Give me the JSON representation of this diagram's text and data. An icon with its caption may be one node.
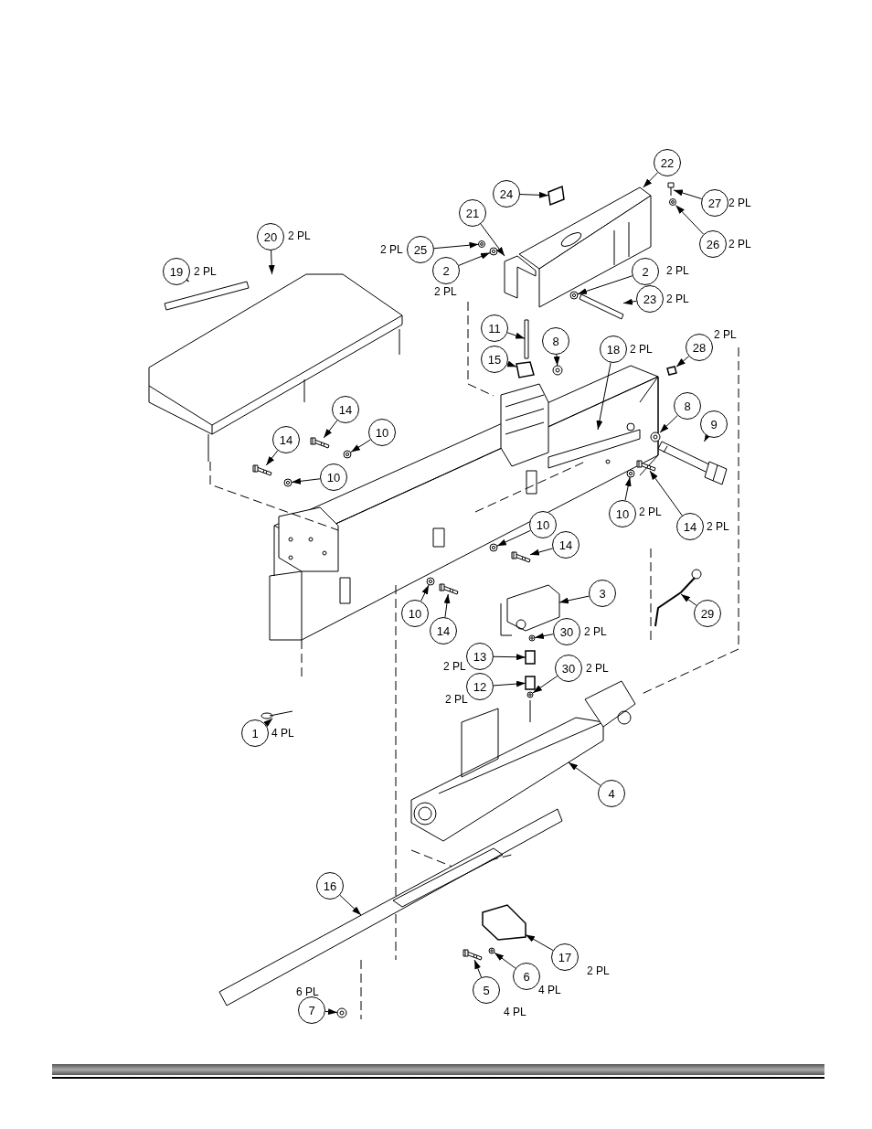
{
  "diagram": {
    "nodes": [
      {
        "text": [
          "22"
        ]
      },
      {
        "text": [
          "24"
        ]
      },
      {
        "text": [
          "27"
        ],
        "beside": [
          "2 PL"
        ]
      },
      {
        "text": [
          "21"
        ]
      },
      {
        "text": [
          "25"
        ],
        "beside": [
          "2 PL"
        ]
      },
      {
        "text": [
          "26"
        ],
        "beside": [
          "2 PL"
        ]
      },
      {
        "text": [
          "2"
        ],
        "beside": [
          "2 PL"
        ]
      },
      {
        "text": [
          "2"
        ],
        "beside": [
          "2 PL"
        ]
      },
      {
        "text": [
          "20"
        ],
        "beside": [
          "2 PL"
        ]
      },
      {
        "text": [
          "23"
        ],
        "beside": [
          "2 PL"
        ]
      },
      {
        "text": [
          "19"
        ],
        "beside": [
          "2 PL"
        ]
      },
      {
        "text": [
          "11"
        ]
      },
      {
        "text": [
          "8"
        ]
      },
      {
        "text": [
          "15"
        ]
      },
      {
        "text": [
          "18"
        ],
        "beside": [
          "2 PL"
        ]
      },
      {
        "text": [
          "28"
        ],
        "beside": [
          "2 PL"
        ]
      },
      {
        "text": [
          "14"
        ]
      },
      {
        "text": [
          "10"
        ]
      },
      {
        "text": [
          "14"
        ]
      },
      {
        "text": [
          "8"
        ]
      },
      {
        "text": [
          "9"
        ]
      },
      {
        "text": [
          "10"
        ]
      },
      {
        "text": [
          "10"
        ]
      },
      {
        "text": [
          "14"
        ]
      },
      {
        "text": [
          "10"
        ],
        "beside": [
          "2 PL"
        ]
      },
      {
        "text": [
          "14"
        ],
        "beside": [
          "2 PL"
        ]
      },
      {
        "text": [
          "10"
        ]
      },
      {
        "text": [
          "14"
        ]
      },
      {
        "text": [
          "3"
        ]
      },
      {
        "text": [
          "29"
        ]
      },
      {
        "text": [
          "30"
        ],
        "beside": [
          "2 PL"
        ]
      },
      {
        "text": [
          "13"
        ],
        "beside": [
          "2 PL"
        ]
      },
      {
        "text": [
          "30"
        ],
        "beside": [
          "2 PL"
        ]
      },
      {
        "text": [
          "12"
        ],
        "beside": [
          "2 PL"
        ]
      },
      {
        "text": [
          "1"
        ],
        "beside": [
          "4 PL"
        ]
      },
      {
        "text": [
          "4"
        ]
      },
      {
        "text": [
          "16"
        ]
      },
      {
        "text": [
          "17"
        ],
        "beside": [
          "2 PL"
        ]
      },
      {
        "text": [
          "5"
        ],
        "beside": [
          "4 PL"
        ]
      },
      {
        "text": [
          "6"
        ],
        "beside": [
          "4 PL"
        ]
      },
      {
        "text": [
          "7"
        ],
        "beside": [
          "6 PL"
        ]
      },
      {
        "text": [],
        "shape": "picture"
      },
      {
        "text": [],
        "shape": "box"
      },
      {
        "text": [],
        "shape": "picture"
      },
      {
        "text": [],
        "shape": "picture"
      },
      {
        "text": [],
        "shape": "circle"
      },
      {
        "text": [],
        "shape": "circle"
      },
      {
        "text": [],
        "shape": "circle"
      },
      {
        "text": [],
        "shape": "circle"
      },
      {
        "text": [],
        "shape": "picture"
      },
      {
        "text": [],
        "shape": "bar"
      },
      {
        "text": [],
        "shape": "bar"
      },
      {
        "text": [],
        "shape": "bar"
      },
      {
        "text": [],
        "shape": "circle"
      },
      {
        "text": [],
        "shape": "box"
      },
      {
        "text": [],
        "shape": "bar"
      },
      {
        "text": [],
        "shape": "box"
      },
      {
        "text": [],
        "shape": "picture"
      },
      {
        "text": [],
        "shape": "circle"
      },
      {
        "text": [],
        "shape": "picture"
      },
      {
        "text": [],
        "shape": "circle"
      },
      {
        "text": [],
        "shape": "picture"
      },
      {
        "text": [],
        "shape": "circle"
      },
      {
        "text": [],
        "shape": "circle"
      },
      {
        "text": [],
        "shape": "picture"
      },
      {
        "text": [],
        "shape": "circle"
      },
      {
        "text": [],
        "shape": "picture"
      },
      {
        "text": [],
        "shape": "circle"
      },
      {
        "text": [],
        "shape": "picture"
      },
      {
        "text": [],
        "shape": "picture"
      },
      {
        "text": [],
        "shape": "picture"
      },
      {
        "text": [],
        "shape": "circle"
      },
      {
        "text": [],
        "shape": "box"
      },
      {
        "text": [],
        "shape": "circle"
      },
      {
        "text": [],
        "shape": "box"
      },
      {
        "text": [],
        "shape": "picture"
      },
      {
        "text": [],
        "shape": "picture"
      },
      {
        "text": [],
        "shape": "picture"
      },
      {
        "text": [],
        "shape": "box"
      },
      {
        "text": [],
        "shape": "picture"
      },
      {
        "text": [],
        "shape": "circle"
      },
      {
        "text": [],
        "shape": "circle"
      }
    ],
    "edges": [
      {
        "from": 0,
        "to": 41,
        "arrow": "to"
      },
      {
        "from": 1,
        "to": 42,
        "arrow": "to"
      },
      {
        "from": 2,
        "to": 43,
        "arrow": "to"
      },
      {
        "from": 3,
        "to": 44,
        "arrow": "to"
      },
      {
        "from": 4,
        "to": 45,
        "arrow": "to"
      },
      {
        "from": 5,
        "to": 46,
        "arrow": "to"
      },
      {
        "from": 6,
        "to": 47,
        "arrow": "to"
      },
      {
        "from": 7,
        "to": 48,
        "arrow": "to"
      },
      {
        "from": 8,
        "to": 49,
        "arrow": "to"
      },
      {
        "from": 9,
        "to": 50,
        "arrow": "to"
      },
      {
        "from": 10,
        "to": 51,
        "arrow": "to"
      },
      {
        "from": 11,
        "to": 52,
        "arrow": "to"
      },
      {
        "from": 12,
        "to": 53,
        "arrow": "to"
      },
      {
        "from": 13,
        "to": 54,
        "arrow": "to"
      },
      {
        "from": 14,
        "to": 55,
        "arrow": "to"
      },
      {
        "from": 15,
        "to": 56,
        "arrow": "to"
      },
      {
        "from": 16,
        "to": 57,
        "arrow": "to"
      },
      {
        "from": 17,
        "to": 58,
        "arrow": "to"
      },
      {
        "from": 18,
        "to": 59,
        "arrow": "to"
      },
      {
        "from": 19,
        "to": 60,
        "arrow": "to"
      },
      {
        "from": 20,
        "to": 61,
        "arrow": "to"
      },
      {
        "from": 21,
        "to": 62,
        "arrow": "to"
      },
      {
        "from": 22,
        "to": 63,
        "arrow": "to"
      },
      {
        "from": 23,
        "to": 64,
        "arrow": "to"
      },
      {
        "from": 24,
        "to": 65,
        "arrow": "to"
      },
      {
        "from": 25,
        "to": 66,
        "arrow": "to"
      },
      {
        "from": 26,
        "to": 67,
        "arrow": "to"
      },
      {
        "from": 27,
        "to": 68,
        "arrow": "to"
      },
      {
        "from": 28,
        "to": 69,
        "arrow": "to"
      },
      {
        "from": 29,
        "to": 70,
        "arrow": "to"
      },
      {
        "from": 30,
        "to": 71,
        "arrow": "to"
      },
      {
        "from": 31,
        "to": 72,
        "arrow": "to"
      },
      {
        "from": 32,
        "to": 73,
        "arrow": "to"
      },
      {
        "from": 33,
        "to": 74,
        "arrow": "to"
      },
      {
        "from": 34,
        "to": 75,
        "arrow": "to"
      },
      {
        "from": 35,
        "to": 76,
        "arrow": "to"
      },
      {
        "from": 36,
        "to": 77,
        "arrow": "to"
      },
      {
        "from": 37,
        "to": 78,
        "arrow": "to"
      },
      {
        "from": 38,
        "to": 79,
        "arrow": "to"
      },
      {
        "from": 39,
        "to": 80,
        "arrow": "to"
      },
      {
        "from": 40,
        "to": 81,
        "arrow": "to"
      }
    ]
  }
}
